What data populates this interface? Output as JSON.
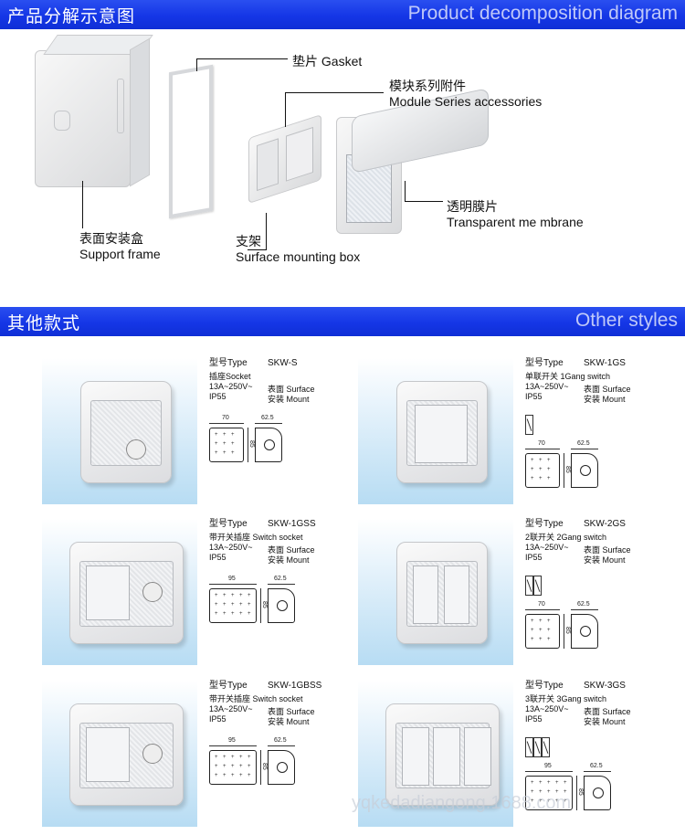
{
  "sections": {
    "decomposition": {
      "title_cn": "产品分解示意图",
      "title_en": "Product decomposition diagram"
    },
    "other": {
      "title_cn": "其他款式",
      "title_en": "Other styles"
    }
  },
  "parts": {
    "gasket": {
      "cn": "垫片",
      "en": "Gasket"
    },
    "module": {
      "cn": "模块系列附件",
      "en": "Module Series accessories"
    },
    "membrane": {
      "cn": "透明膜片",
      "en": "Transparent me mbrane"
    },
    "support": {
      "cn": "表面安装盒",
      "en": "Support frame"
    },
    "mounting": {
      "cn": "支架",
      "en": "Surface mounting box"
    }
  },
  "products": [
    {
      "model_label": "型号Type",
      "model": "SKW-S",
      "name": "插座Socket",
      "rating": "13A~250V~",
      "ip": "IP55",
      "surface": "表面 Surface",
      "mount": "安装 Mount",
      "w": "70",
      "d": "62.5",
      "h": "85"
    },
    {
      "model_label": "型号Type",
      "model": "SKW-1GS",
      "name": "单联开关 1Gang switch",
      "rating": "13A~250V~",
      "ip": "IP55",
      "surface": "表面 Surface",
      "mount": "安装 Mount",
      "w": "70",
      "d": "62.5",
      "h": "85"
    },
    {
      "model_label": "型号Type",
      "model": "SKW-1GSS",
      "name": "带开关插座 Switch socket",
      "rating": "13A~250V~",
      "ip": "IP55",
      "surface": "表面 Surface",
      "mount": "安装 Mount",
      "w": "95",
      "d": "62.5",
      "h": "85"
    },
    {
      "model_label": "型号Type",
      "model": "SKW-2GS",
      "name": "2联开关 2Gang switch",
      "rating": "13A~250V~",
      "ip": "IP55",
      "surface": "表面 Surface",
      "mount": "安装 Mount",
      "w": "70",
      "d": "62.5",
      "h": "85"
    },
    {
      "model_label": "型号Type",
      "model": "SKW-1GBSS",
      "name": "带开关插座 Switch socket",
      "rating": "13A~250V~",
      "ip": "IP55",
      "surface": "表面 Surface",
      "mount": "安装 Mount",
      "w": "95",
      "d": "62.5",
      "h": "85"
    },
    {
      "model_label": "型号Type",
      "model": "SKW-3GS",
      "name": "3联开关 3Gang switch",
      "rating": "13A~250V~",
      "ip": "IP55",
      "surface": "表面 Surface",
      "mount": "安装 Mount",
      "w": "95",
      "d": "62.5",
      "h": "85"
    }
  ],
  "icons": {
    "plus": "+",
    "switch_symbol": "⌇"
  },
  "watermark": "yqkedadiangong.1688.com",
  "colors": {
    "banner": "#1536e6",
    "photo_bg": "#b7dcf3"
  }
}
